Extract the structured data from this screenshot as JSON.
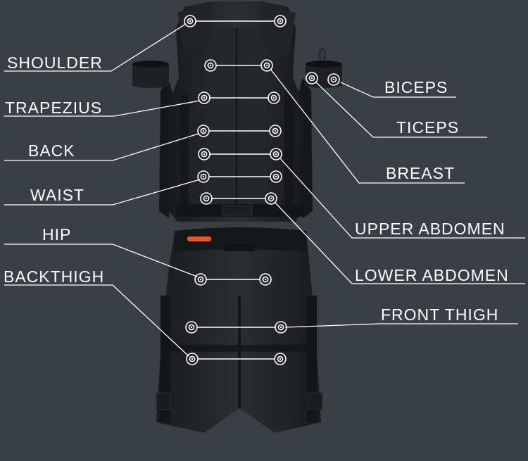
{
  "labels": {
    "shoulder": "SHOULDER",
    "trapezius": "TRAPEZIUS",
    "back": "BACK",
    "waist": "WAIST",
    "hip": "HIP",
    "backthigh": "BACKTHIGH",
    "biceps": "BICEPS",
    "triceps": "TICEPS",
    "breast": "BREAST",
    "upper_abdomen": "UPPER  ABDOMEN",
    "lower_abdomen": "LOWER  ABDOMEN",
    "front_thigh": "FRONT  THIGH"
  },
  "colors": {
    "background": "#3a3f45",
    "suit": "#1f2124",
    "suit_panel": "#2b2e32",
    "strap": "#151719",
    "line": "#ffffff",
    "accent": "#e8572a"
  }
}
